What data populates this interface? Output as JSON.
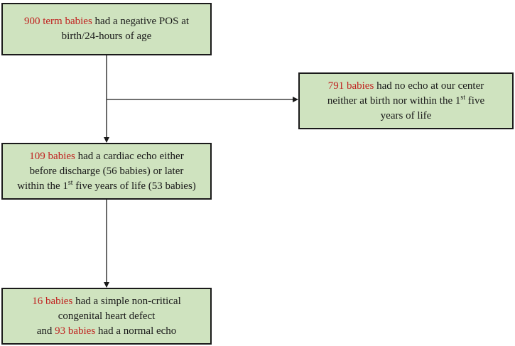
{
  "boxes": {
    "box1": {
      "highlight": "900 term babies",
      "line1_rest": " had a negative POS at",
      "line2": "birth/24-hours of age"
    },
    "box2": {
      "highlight": "791 babies",
      "line1_rest": " had no echo at our center",
      "line2_pre": "neither at birth nor within the 1",
      "line2_sup": "st",
      "line2_post": " five",
      "line3": "years of life"
    },
    "box3": {
      "highlight": "109 babies",
      "line1_rest": " had a cardiac echo either",
      "line2": "before discharge (56 babies) or later",
      "line3_pre": "within the 1",
      "line3_sup": "st",
      "line3_post": " five years of life (53 babies)"
    },
    "box4": {
      "highlight1": "16 babies",
      "line1_rest": " had a simple non-critical",
      "line2": "congenital heart defect",
      "line3_pre": "and ",
      "highlight2": "93 babies",
      "line3_rest": " had a normal echo"
    }
  },
  "colors": {
    "box_fill": "#cfe3bf",
    "highlight_text": "#c0211f",
    "border": "#1a1a1a"
  }
}
